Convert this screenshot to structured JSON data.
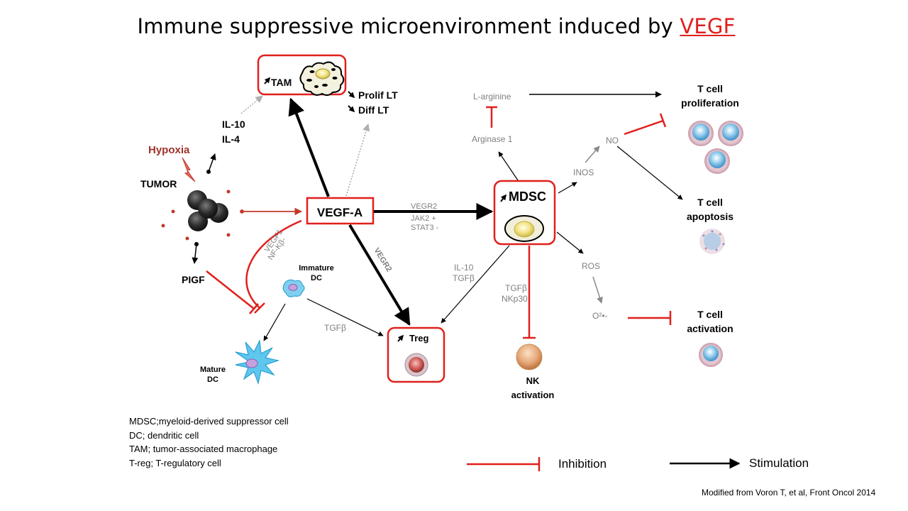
{
  "title": {
    "main": "Immune suppressive microenvironment induced by ",
    "highlight": "VEGF"
  },
  "nodes": {
    "tam": "TAM",
    "prolif": "Prolif LT",
    "diff": "Diff LT",
    "il10": "IL-10",
    "il4": "IL-4",
    "hypoxia": "Hypoxia",
    "tumor": "TUMOR",
    "pigf": "PIGF",
    "vegfa": "VEGF-A",
    "vegf1": "VEGF1",
    "nfkb": "NF-Kβ-",
    "vegr2_diag": "VEGR2",
    "vegr2": "VEGR2",
    "jak2": "JAK2 +",
    "stat3": "STAT3 -",
    "mdsc": "MDSC",
    "larginine": "L-arginine",
    "arginase": "Arginase 1",
    "inos": "INOS",
    "no": "NO",
    "ros": "ROS",
    "o2": "O²•-",
    "tcell_prolif_1": "T cell",
    "tcell_prolif_2": "proliferation",
    "tcell_apop_1": "T cell",
    "tcell_apop_2": "apoptosis",
    "tcell_act_1": "T cell",
    "tcell_act_2": "activation",
    "il10_b": "IL-10",
    "tgfb_a": "TGFβ",
    "tgfb_nk": "TGFβ",
    "nkp30": "NKp30",
    "nk_1": "NK",
    "nk_2": "activation",
    "immature_1": "Immature",
    "immature_2": "DC",
    "mature_1": "Mature",
    "mature_2": "DC",
    "tgfb_dc": "TGFβ",
    "treg": "Treg"
  },
  "abbreviations": [
    "MDSC;myeloid-derived  suppressor cell",
    "DC; dendritic  cell",
    "TAM; tumor-associated macrophage",
    "T-reg; T-regulatory cell"
  ],
  "legend": {
    "inhibition": "Inhibition",
    "stimulation": "Stimulation"
  },
  "citation": "Modified  from Voron T, et al, Front Oncol 2014",
  "colors": {
    "red": "#e0201c",
    "hypoxia": "#a0322a",
    "gray": "#7f7f7f",
    "black": "#000000"
  }
}
